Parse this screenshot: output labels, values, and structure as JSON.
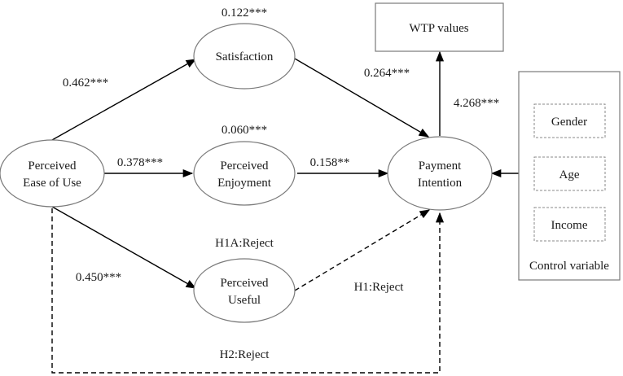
{
  "nodes": {
    "peou": {
      "line1": "Perceived",
      "line2": "Ease of Use"
    },
    "satisfaction": {
      "line1": "Satisfaction"
    },
    "enjoyment": {
      "line1": "Perceived",
      "line2": "Enjoyment"
    },
    "useful": {
      "line1": "Perceived",
      "line2": "Useful"
    },
    "intention": {
      "line1": "Payment",
      "line2": "Intention"
    },
    "wtp": {
      "label": "WTP values"
    },
    "control": {
      "title": "Control variable",
      "items": [
        "Gender",
        "Age",
        "Income"
      ]
    }
  },
  "coefficients": {
    "satisfaction_r2": "0.122***",
    "enjoyment_r2": "0.060***",
    "peou_to_satisfaction": "0.462***",
    "peou_to_enjoyment": "0.378***",
    "peou_to_useful": "0.450***",
    "satisfaction_to_intention": "0.264***",
    "enjoyment_to_intention": "0.158**",
    "intention_to_wtp": "4.268***"
  },
  "hypotheses": {
    "h1a": "H1A:Reject",
    "h1": "H1:Reject",
    "h2": "H2:Reject"
  }
}
